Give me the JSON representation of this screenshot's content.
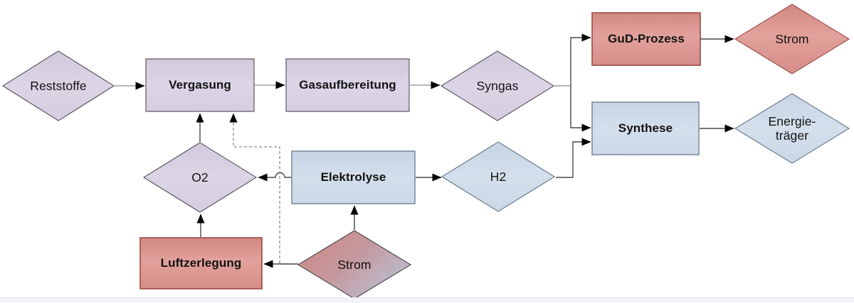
{
  "diagram": {
    "description": "Process flow diagram: residues gasification and electrolysis to synthesis products",
    "palette": {
      "background": "#ffffff",
      "purple_fill": "#d6cfe1",
      "purple_border": "#403d47",
      "red_fill": "#dd968f",
      "red_border": "#9c4a45",
      "blue_fill": "#cdd9e7",
      "blue_border": "#7e8e9e",
      "strom_gradient_left": "#cd8a84",
      "strom_gradient_right": "#b9c6d9",
      "connector_gray": "#9e9e9e",
      "connector_dark": "#474747",
      "connector_dashed": "#8a8a8a",
      "arrowhead": "#000000",
      "footer_strip": "#f3f4f8"
    },
    "nodes": [
      {
        "id": "reststoffe",
        "label": "Reststoffe",
        "shape": "diamond",
        "color": "purple"
      },
      {
        "id": "vergasung",
        "label": "Vergasung",
        "shape": "rect",
        "color": "purple"
      },
      {
        "id": "gasaufbereitung",
        "label": "Gasaufbereitung",
        "shape": "rect",
        "color": "purple"
      },
      {
        "id": "syngas",
        "label": "Syngas",
        "shape": "diamond",
        "color": "purple"
      },
      {
        "id": "gud_prozess",
        "label": "GuD-Prozess",
        "shape": "rect",
        "color": "red"
      },
      {
        "id": "strom_out",
        "label": "Strom",
        "shape": "diamond",
        "color": "red"
      },
      {
        "id": "synthese",
        "label": "Synthese",
        "shape": "rect",
        "color": "blue"
      },
      {
        "id": "energietraeger",
        "label": "Energie-\nträger",
        "shape": "diamond",
        "color": "blue"
      },
      {
        "id": "o2",
        "label": "O2",
        "shape": "diamond",
        "color": "purple"
      },
      {
        "id": "elektrolyse",
        "label": "Elektrolyse",
        "shape": "rect",
        "color": "blue"
      },
      {
        "id": "h2",
        "label": "H2",
        "shape": "diamond",
        "color": "blue"
      },
      {
        "id": "luftzerlegung",
        "label": "Luftzerlegung",
        "shape": "rect",
        "color": "red"
      },
      {
        "id": "strom_in",
        "label": "Strom",
        "shape": "diamond",
        "color": "red_blue_gradient"
      }
    ],
    "edges": [
      {
        "from": "reststoffe",
        "to": "vergasung",
        "style": "solid"
      },
      {
        "from": "vergasung",
        "to": "gasaufbereitung",
        "style": "solid"
      },
      {
        "from": "gasaufbereitung",
        "to": "syngas",
        "style": "solid"
      },
      {
        "from": "syngas",
        "to": "gud_prozess",
        "style": "solid"
      },
      {
        "from": "syngas",
        "to": "synthese",
        "style": "solid"
      },
      {
        "from": "gud_prozess",
        "to": "strom_out",
        "style": "solid"
      },
      {
        "from": "synthese",
        "to": "energietraeger",
        "style": "solid"
      },
      {
        "from": "elektrolyse",
        "to": "h2",
        "style": "solid"
      },
      {
        "from": "h2",
        "to": "synthese",
        "style": "solid"
      },
      {
        "from": "elektrolyse",
        "to": "o2",
        "style": "solid-with-line-hop"
      },
      {
        "from": "o2",
        "to": "vergasung",
        "style": "solid"
      },
      {
        "from": "luftzerlegung",
        "to": "o2",
        "style": "solid"
      },
      {
        "from": "strom_in",
        "to": "luftzerlegung",
        "style": "solid"
      },
      {
        "from": "strom_in",
        "to": "elektrolyse",
        "style": "solid"
      },
      {
        "from": "strom_in",
        "to": "vergasung",
        "style": "dashed"
      }
    ]
  }
}
